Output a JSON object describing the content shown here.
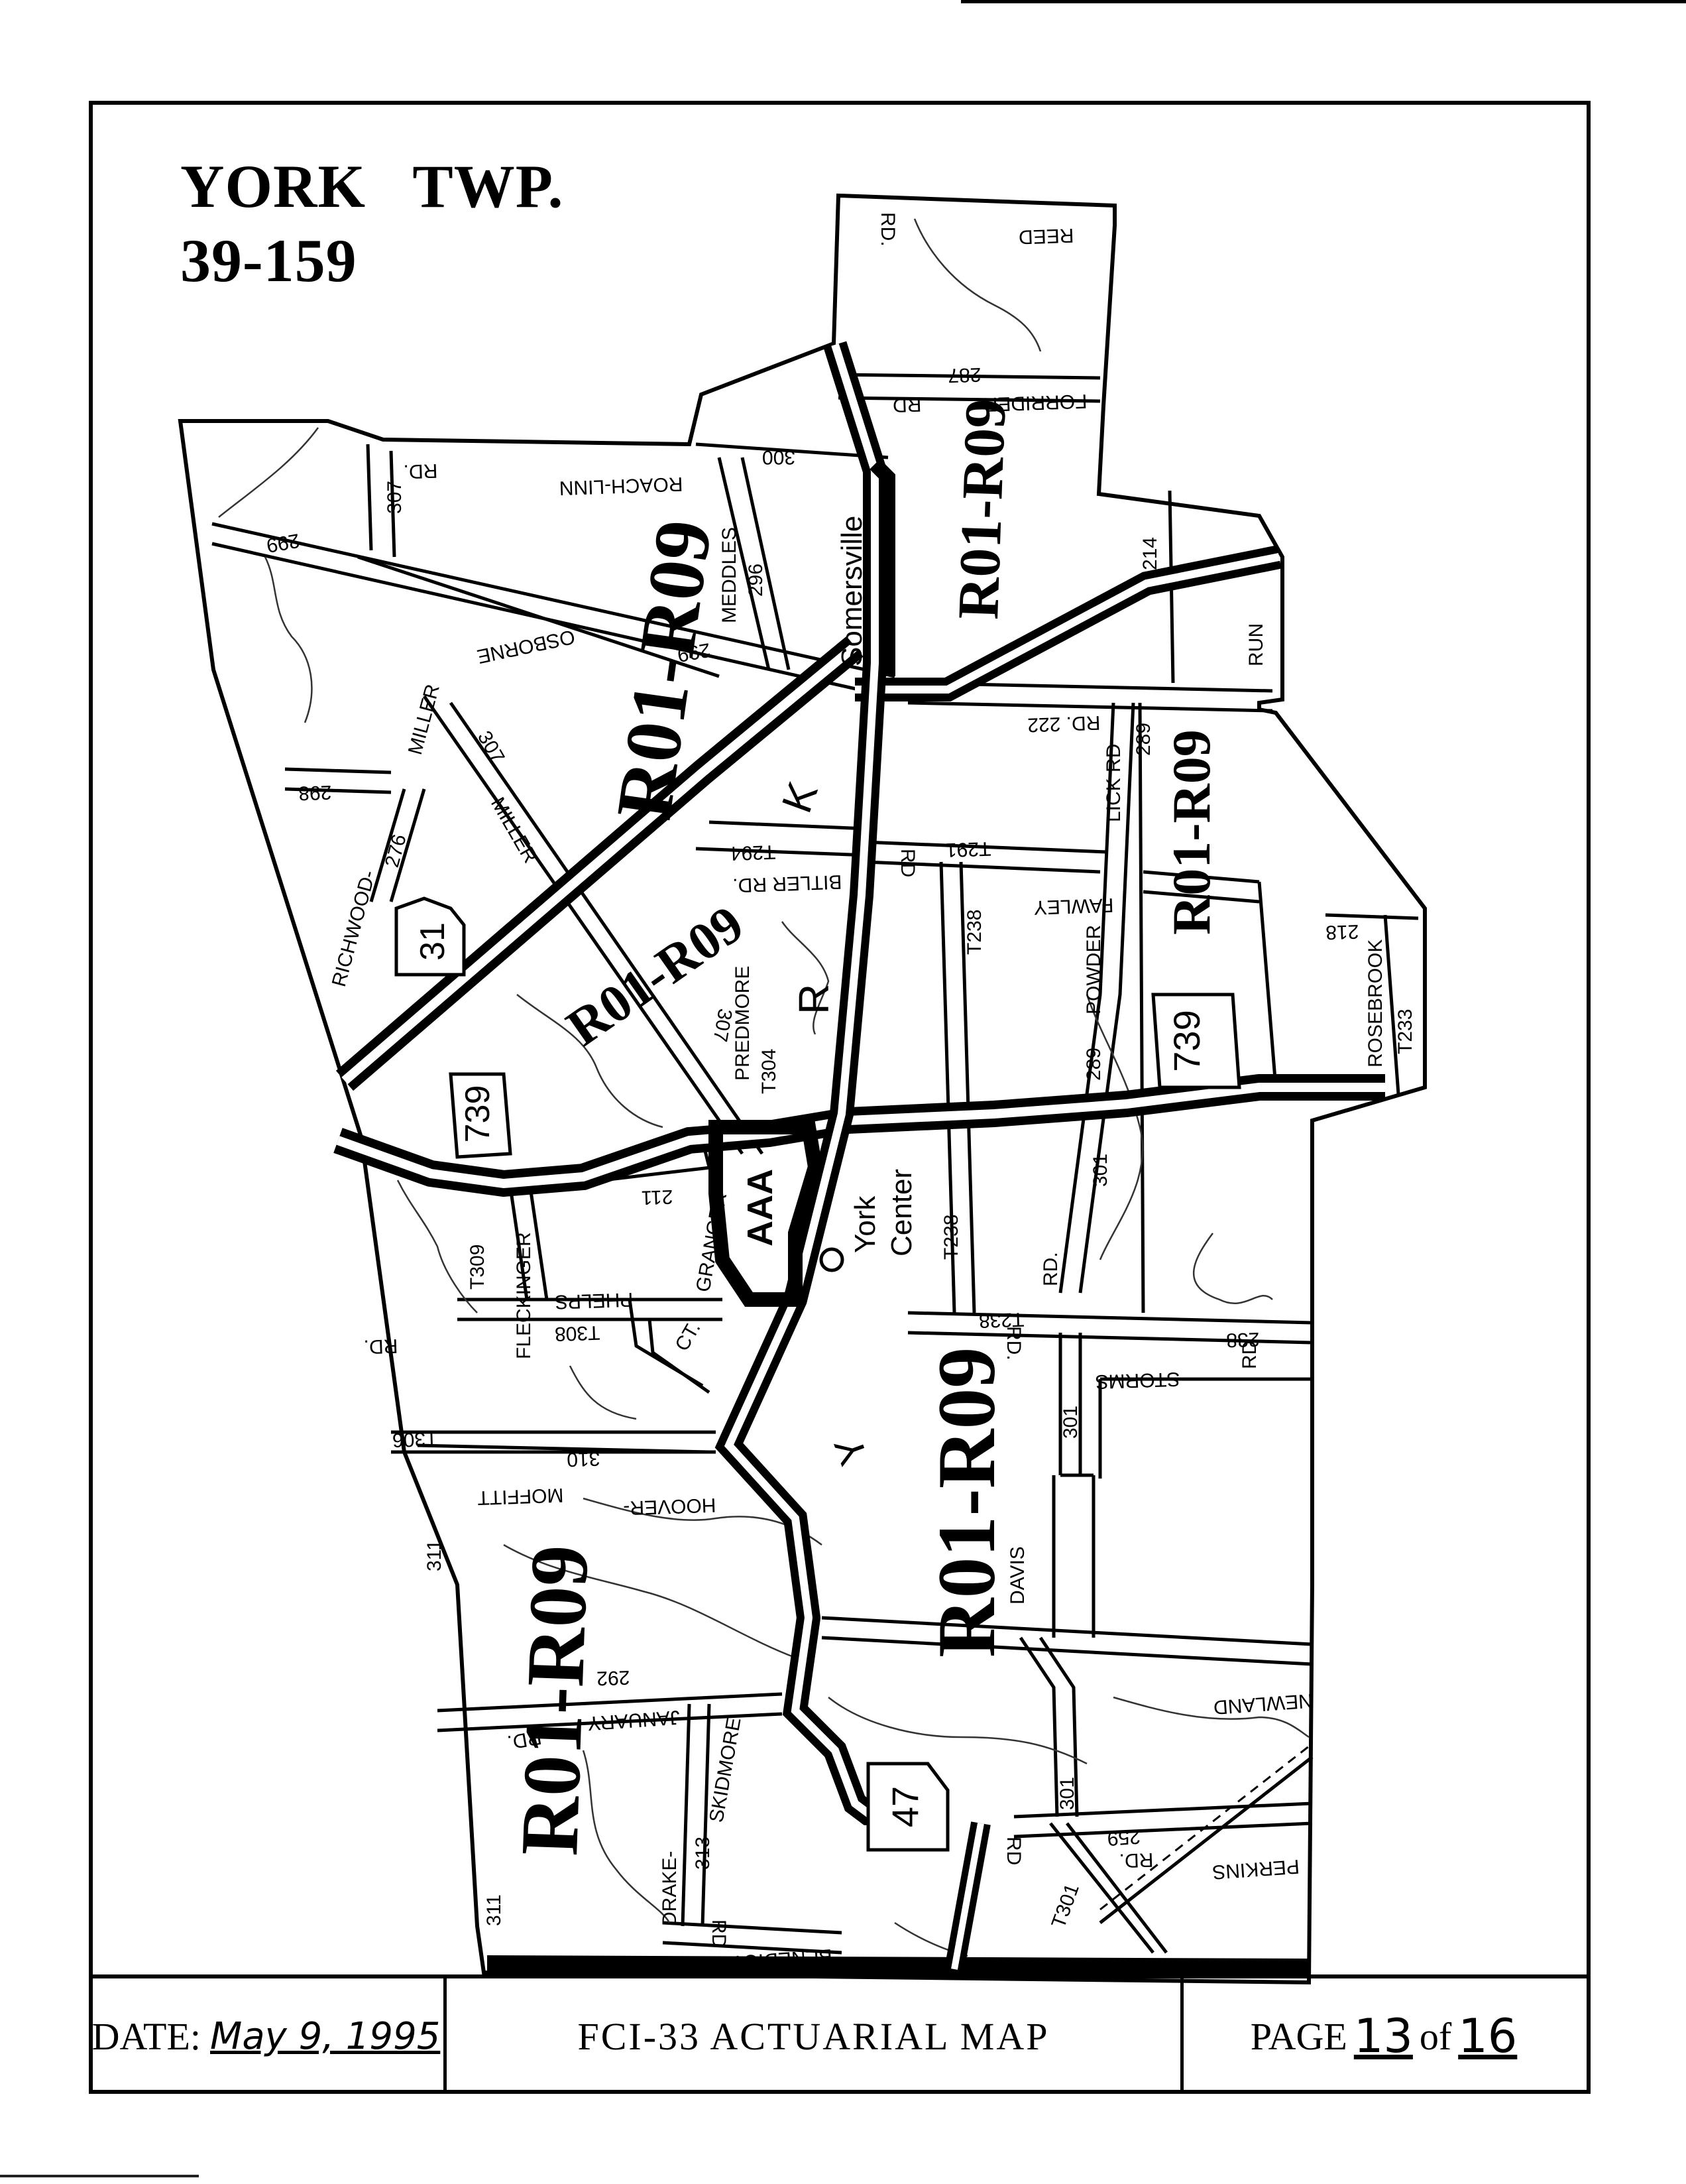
{
  "header": {
    "title_line1": "YORK   TWP.",
    "title_line2": "39-159"
  },
  "map": {
    "rating_label": "R01-R09",
    "places": {
      "somersville": "Somersville",
      "york": "York",
      "center": "Center"
    },
    "letters": [
      "K",
      "R",
      "Y",
      "AAA"
    ],
    "route_shields": [
      "31",
      "739",
      "739",
      "47"
    ],
    "road_labels": [
      "REED",
      "RD.",
      "287",
      "FORRIDER",
      "RD",
      "300",
      "ROACH-LINN",
      "RD.",
      "307",
      "299",
      "296",
      "MEDDLES",
      "OSBORNE",
      "299",
      "214",
      "RUN",
      "RD. 222",
      "MILLER",
      "298",
      "307",
      "MILLER",
      "T294",
      "BITLER RD.",
      "RD",
      "T291",
      "289",
      "LICK RD",
      "276",
      "RICHWOOD-",
      "T238",
      "FAWLEY",
      "POWDER",
      "218",
      "ROSEBROOK",
      "T233",
      "307",
      "PREDMORE",
      "T304",
      "289",
      "301",
      "211",
      "T309",
      "FLECKINGER",
      "GRANGER",
      "PHELPS",
      "CT.",
      "T308",
      "T238",
      "T238",
      "RD.",
      "RD.",
      "238",
      "STORMS",
      "RD",
      "RD.",
      "T306",
      "310",
      "301",
      "HOOVER-",
      "MOFFITT",
      "311",
      "DAVIS",
      "292",
      "JANUARY",
      "RD.",
      "NEWLAND",
      "SKIDMORE",
      "313",
      "DRAKE-",
      "311",
      "301",
      "259",
      "RD.",
      "PERKINS",
      "RD",
      "BENEDICT",
      "T301",
      "RD"
    ]
  },
  "footer": {
    "date_label": "DATE:",
    "date_value": "May 9, 1995",
    "map_title": "FCI-33  ACTUARIAL  MAP",
    "page_label": "PAGE",
    "page_number": "13",
    "of_label": "of",
    "page_total": "16"
  }
}
